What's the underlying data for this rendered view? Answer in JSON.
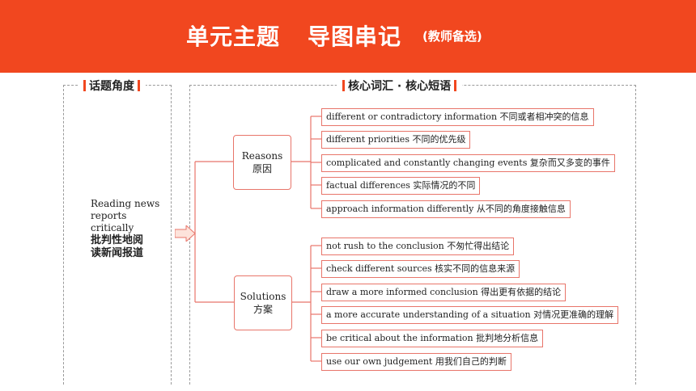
{
  "banner": {
    "title_main": "单元主题",
    "title_sub": "导图串记",
    "title_note": "(教师备选)",
    "color": "#f1471f"
  },
  "left_section": {
    "label": "话题角度",
    "topic_en": "Reading news\nreports\ncritically",
    "topic_cn_line1": "批判性地阅",
    "topic_cn_line2": "读新闻报道"
  },
  "right_section": {
    "label": "核心词汇 · 核心短语"
  },
  "reasons": {
    "en": "Reasons",
    "cn": "原因",
    "items": [
      {
        "en": "different or contradictory information",
        "cn": " 不同或者相冲突的信息"
      },
      {
        "en": "different priorities",
        "cn": "  不同的优先级"
      },
      {
        "en": "complicated and constantly changing events",
        "cn": " 复杂而又多变的事件"
      },
      {
        "en": "factual differences",
        "cn": "  实际情况的不同"
      },
      {
        "en": "approach information differently",
        "cn": " 从不同的角度接触信息"
      }
    ]
  },
  "solutions": {
    "en": "Solutions",
    "cn": "方案",
    "items": [
      {
        "en": "not rush to the conclusion",
        "cn": " 不匆忙得出结论"
      },
      {
        "en": "check different sources",
        "cn": "  核实不同的信息来源"
      },
      {
        "en": "draw a more informed conclusion",
        "cn": " 得出更有依据的结论"
      },
      {
        "en": "a more accurate understanding of a situation",
        "cn": " 对情况更准确的理解"
      },
      {
        "en": "be critical about the information",
        "cn": " 批判地分析信息"
      },
      {
        "en": "use our own judgement",
        "cn": " 用我们自己的判断"
      }
    ]
  }
}
